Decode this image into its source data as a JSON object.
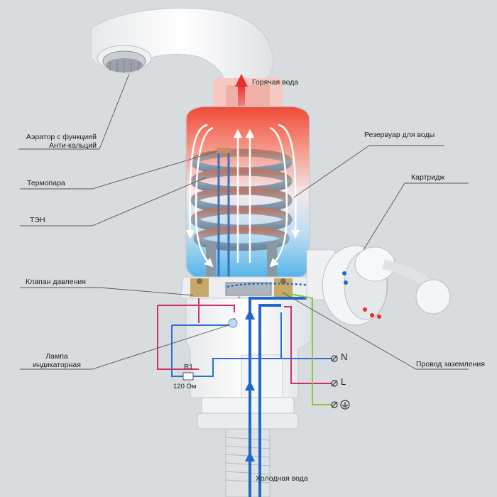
{
  "labels": {
    "hot_water": "Горячая вода",
    "aerator_line1": "Аэратор с функцией",
    "aerator_line2": "Анти-кальций",
    "thermocouple": "Термопара",
    "heater": "ТЭН",
    "pressure_valve": "Клапан давления",
    "lamp_line1": "Лампа",
    "lamp_line2": "индикаторная",
    "reservoir": "Резервуар для воды",
    "cartridge": "Картридж",
    "ground_wire": "Провод заземления",
    "cold_water": "Холодная вода",
    "resistor_name": "R1",
    "resistor_value": "120 Ом"
  },
  "terminals": {
    "neutral": "N",
    "line": "L",
    "ground_symbol": "⏚",
    "phase_symbol": "Ø"
  },
  "colors": {
    "hot": "#e8312a",
    "cold": "#1f68c8",
    "wire_neutral": "#2c6fd0",
    "wire_line": "#d0306e",
    "wire_ground": "#8ec63f",
    "leader": "#555555",
    "body": "#f4f5f6"
  }
}
